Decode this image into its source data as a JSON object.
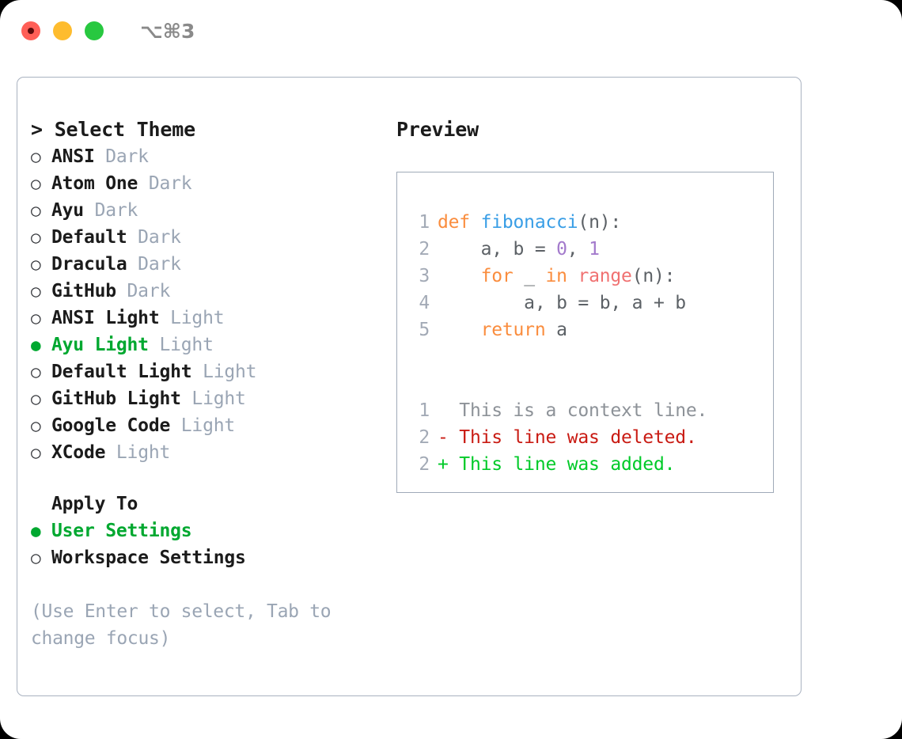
{
  "titlebar": {
    "shortcut": "⌥⌘3",
    "lights": [
      {
        "name": "close",
        "color": "#ff5f57"
      },
      {
        "name": "minimize",
        "color": "#febc2e"
      },
      {
        "name": "maximize",
        "color": "#28c840"
      }
    ]
  },
  "theme_picker": {
    "heading": "> Select Theme",
    "unselected_marker": "○",
    "selected_marker": "●",
    "items": [
      {
        "marker": "○",
        "label": "ANSI",
        "category": " Dark",
        "selected": false
      },
      {
        "marker": "○",
        "label": "Atom One",
        "category": " Dark",
        "selected": false
      },
      {
        "marker": "○",
        "label": "Ayu",
        "category": " Dark",
        "selected": false
      },
      {
        "marker": "○",
        "label": "Default",
        "category": " Dark",
        "selected": false
      },
      {
        "marker": "○",
        "label": "Dracula",
        "category": " Dark",
        "selected": false
      },
      {
        "marker": "○",
        "label": "GitHub",
        "category": " Dark",
        "selected": false
      },
      {
        "marker": "○",
        "label": "ANSI Light",
        "category": " Light",
        "selected": false
      },
      {
        "marker": "●",
        "label": "Ayu Light",
        "category": " Light",
        "selected": true
      },
      {
        "marker": "○",
        "label": "Default Light",
        "category": " Light",
        "selected": false
      },
      {
        "marker": "○",
        "label": "GitHub Light",
        "category": " Light",
        "selected": false
      },
      {
        "marker": "○",
        "label": "Google Code",
        "category": " Light",
        "selected": false
      },
      {
        "marker": "○",
        "label": "XCode",
        "category": " Light",
        "selected": false
      }
    ]
  },
  "apply_to": {
    "heading": "Apply To",
    "items": [
      {
        "marker": "●",
        "label": "User Settings",
        "selected": true
      },
      {
        "marker": "○",
        "label": "Workspace Settings",
        "selected": false
      }
    ]
  },
  "hint": "(Use Enter to select, Tab to change focus)",
  "preview": {
    "title": "Preview",
    "code_lines": [
      {
        "number": "1",
        "tokens": [
          {
            "text": "def ",
            "type": "kw"
          },
          {
            "text": "fibonacci",
            "type": "fn"
          },
          {
            "text": "(n):",
            "type": "txt"
          }
        ]
      },
      {
        "number": "2",
        "tokens": [
          {
            "text": "    a, b = ",
            "type": "txt"
          },
          {
            "text": "0",
            "type": "num"
          },
          {
            "text": ", ",
            "type": "txt"
          },
          {
            "text": "1",
            "type": "num"
          }
        ]
      },
      {
        "number": "3",
        "tokens": [
          {
            "text": "    ",
            "type": "txt"
          },
          {
            "text": "for",
            "type": "kw"
          },
          {
            "text": " _ ",
            "type": "txt"
          },
          {
            "text": "in",
            "type": "kw"
          },
          {
            "text": " ",
            "type": "txt"
          },
          {
            "text": "range",
            "type": "call"
          },
          {
            "text": "(n):",
            "type": "txt"
          }
        ]
      },
      {
        "number": "4",
        "tokens": [
          {
            "text": "        a, b = b, a + b",
            "type": "txt"
          }
        ]
      },
      {
        "number": "5",
        "tokens": [
          {
            "text": "    ",
            "type": "txt"
          },
          {
            "text": "return",
            "type": "kw"
          },
          {
            "text": " a",
            "type": "txt"
          }
        ]
      }
    ],
    "diff_lines": [
      {
        "number": "1",
        "tokens": [
          {
            "text": "  This is a context line.",
            "type": "ctx"
          }
        ]
      },
      {
        "number": "2",
        "tokens": [
          {
            "text": "- This line was deleted.",
            "type": "del"
          }
        ]
      },
      {
        "number": "2",
        "tokens": [
          {
            "text": "+ This line was added.",
            "type": "add"
          }
        ]
      }
    ]
  },
  "colors": {
    "accent_green": "#00a830",
    "muted": "#9aa5b4",
    "keyword": "#fa8d3e",
    "function": "#399ee6",
    "number": "#a37acc",
    "call": "#f07171",
    "text": "#5c6166",
    "diff_deleted": "#c91b13",
    "diff_added": "#00ca28",
    "border": "#a9b2c0"
  }
}
